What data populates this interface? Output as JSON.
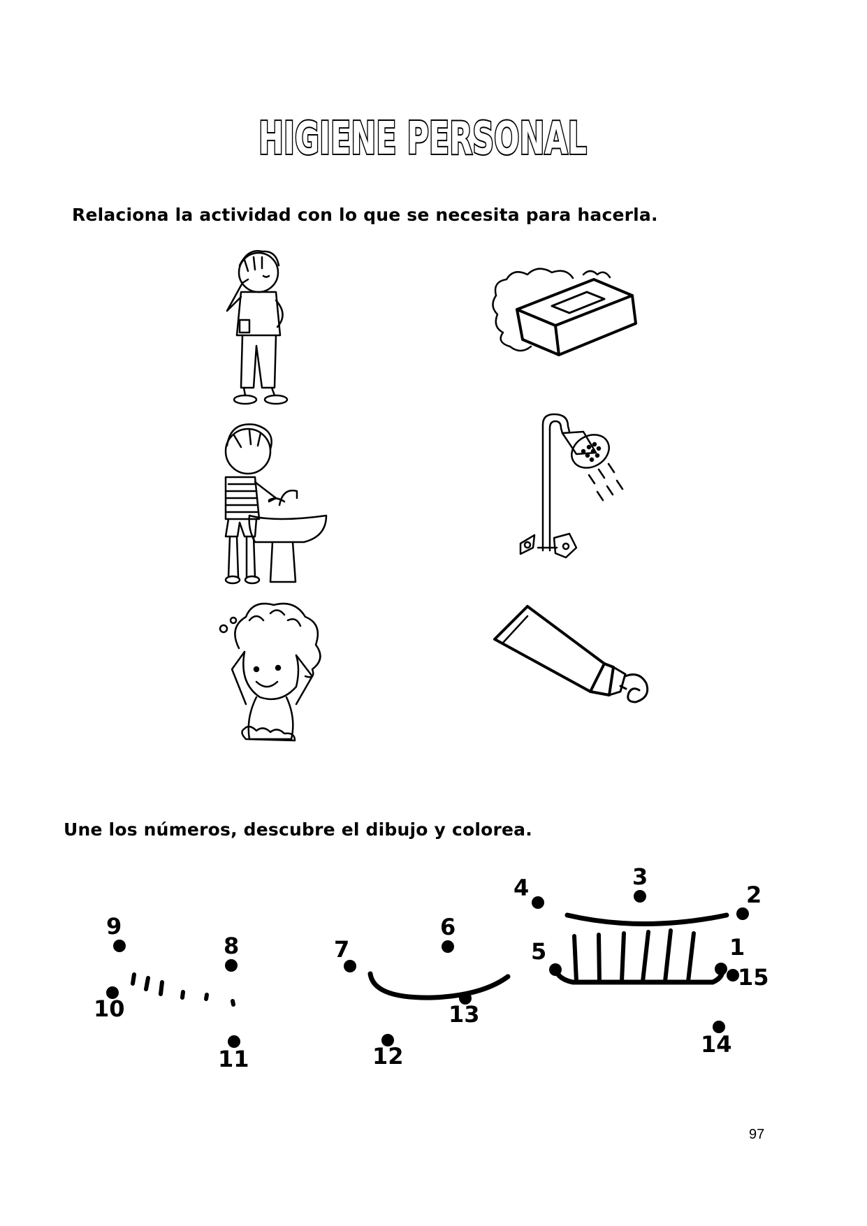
{
  "page": {
    "title": "HIGIENE PERSONAL",
    "instruction_match": "Relaciona la actividad con lo que se necesita para hacerla.",
    "instruction_dots": "Une los números, descubre el dibujo y colorea.",
    "page_number": "97"
  },
  "activities": [
    {
      "icon": "boy-brushing-teeth-icon"
    },
    {
      "icon": "boy-washing-hands-icon"
    },
    {
      "icon": "child-washing-hair-icon"
    }
  ],
  "items": [
    {
      "icon": "soap-bar-icon"
    },
    {
      "icon": "shower-icon"
    },
    {
      "icon": "toothpaste-tube-icon"
    }
  ],
  "connect_dots": {
    "labels": [
      "1",
      "2",
      "3",
      "4",
      "5",
      "6",
      "7",
      "8",
      "9",
      "10",
      "11",
      "12",
      "13",
      "14",
      "15"
    ]
  }
}
